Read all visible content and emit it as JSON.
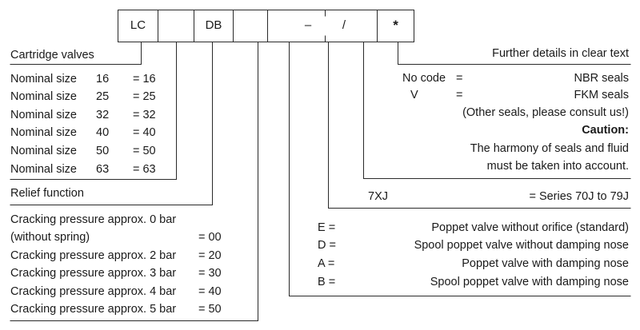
{
  "code_boxes": [
    "LC",
    "",
    "DB",
    "",
    "",
    "–",
    "/",
    "*"
  ],
  "sections": {
    "cartridge_title": "Cartridge valves",
    "nominal_sizes": [
      {
        "label": "Nominal size",
        "size": "16",
        "code": "= 16"
      },
      {
        "label": "Nominal size",
        "size": "25",
        "code": "= 25"
      },
      {
        "label": "Nominal size",
        "size": "32",
        "code": "= 32"
      },
      {
        "label": "Nominal size",
        "size": "40",
        "code": "= 40"
      },
      {
        "label": "Nominal size",
        "size": "50",
        "code": "= 50"
      },
      {
        "label": "Nominal size",
        "size": "63",
        "code": "= 63"
      }
    ],
    "relief_title": "Relief function",
    "cracking": [
      {
        "text": "Cracking pressure approx. 0 bar",
        "code": ""
      },
      {
        "text": "(without spring)",
        "code": "= 00"
      },
      {
        "text": "Cracking pressure approx. 2 bar",
        "code": "= 20"
      },
      {
        "text": "Cracking pressure approx. 3 bar",
        "code": "= 30"
      },
      {
        "text": "Cracking pressure approx. 4 bar",
        "code": "= 40"
      },
      {
        "text": "Cracking pressure approx. 5 bar",
        "code": "= 50"
      }
    ],
    "further": {
      "title": "Further details in clear text",
      "seals": [
        {
          "code": "No code",
          "eq": "=",
          "desc": "NBR seals"
        },
        {
          "code": "V",
          "eq": "=",
          "desc": "FKM seals"
        }
      ],
      "other": "(Other seals, please consult us!)",
      "caution_title": "Caution:",
      "caution_lines": [
        "The harmony of seals and fluid",
        "must be taken into account."
      ]
    },
    "series": {
      "code": "7XJ",
      "desc": "= Series 70J to 79J"
    },
    "valve_types": [
      {
        "code": "E =",
        "desc": "Poppet valve without orifice (standard)"
      },
      {
        "code": "D =",
        "desc": "Spool poppet valve without damping nose"
      },
      {
        "code": "A =",
        "desc": "Poppet valve with damping nose"
      },
      {
        "code": "B =",
        "desc": "Spool poppet valve with damping nose"
      }
    ]
  }
}
